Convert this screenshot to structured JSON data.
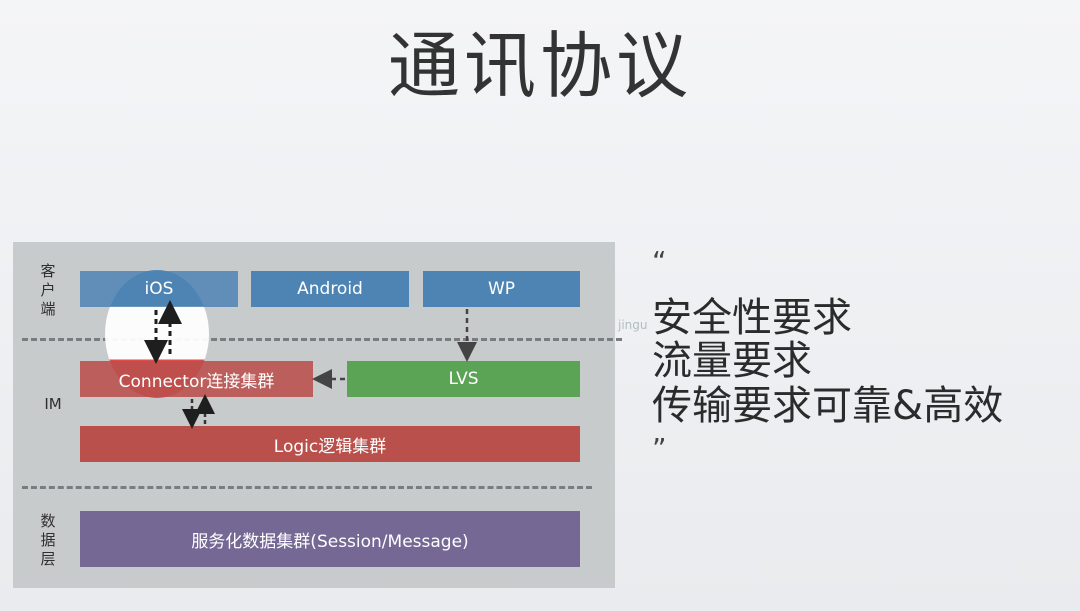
{
  "title": "通讯协议",
  "layers": {
    "client": "客户端",
    "im": "IM",
    "data": "数据层"
  },
  "boxes": {
    "ios": "iOS",
    "android": "Android",
    "wp": "WP",
    "connector": "Connector连接集群",
    "lvs": "LVS",
    "logic": "Logic逻辑集群",
    "data_service": "服务化数据集群(Session/Message)"
  },
  "quote_open": "“",
  "quote_close": "”",
  "requirements": [
    "安全性要求",
    "流量要求",
    "传输要求可靠&高效"
  ],
  "watermark": "jingu",
  "colors": {
    "client_box": "#4d84b4",
    "im_box": "#b9504c",
    "lvs_box": "#5ba455",
    "data_box": "#766895",
    "panel": "#c8cbcc"
  }
}
